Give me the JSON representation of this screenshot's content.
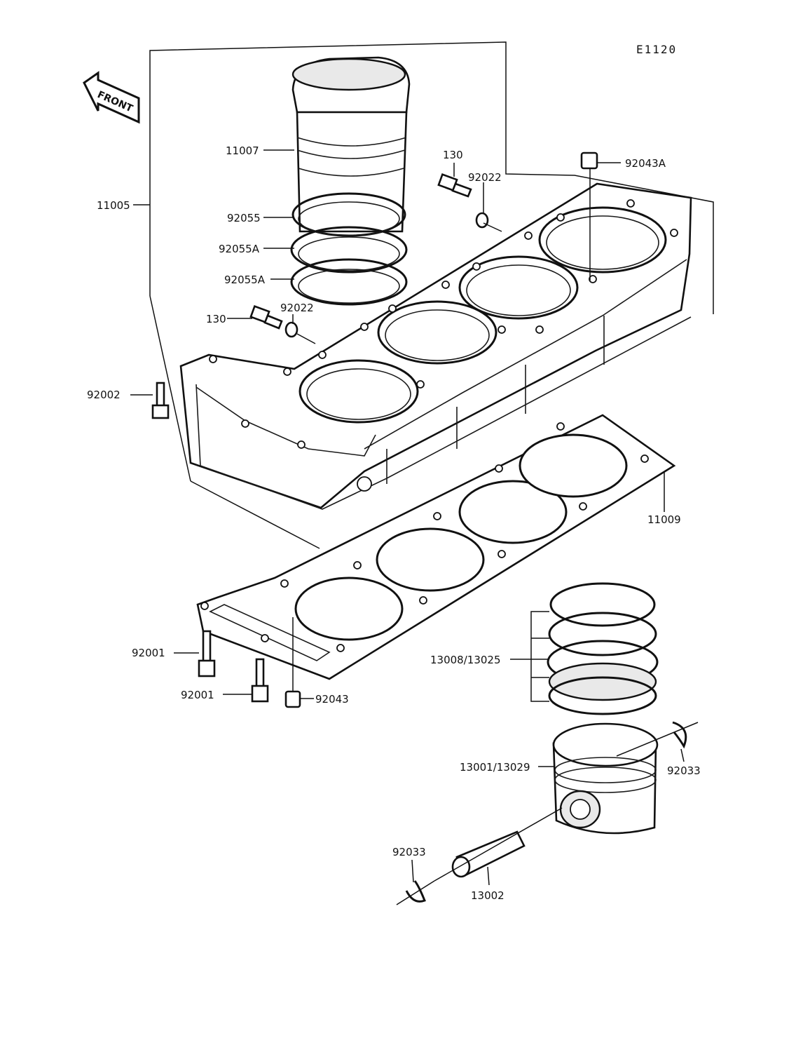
{
  "diagram": {
    "code": "E1120",
    "front_label": "FRONT",
    "labels": {
      "p11005": "11005",
      "p11007": "11007",
      "p92055": "92055",
      "p92055a_1": "92055A",
      "p92055a_2": "92055A",
      "p130_top": "130",
      "p92022_top": "92022",
      "p92043a": "92043A",
      "p130_mid": "130",
      "p92022_mid": "92022",
      "p92002": "92002",
      "p11009": "11009",
      "p92001_a": "92001",
      "p92001_b": "92001",
      "p92043": "92043",
      "p13008": "13008/13025",
      "p13001": "13001/13029",
      "p92033_r": "92033",
      "p92033_l": "92033",
      "p13002": "13002"
    }
  }
}
